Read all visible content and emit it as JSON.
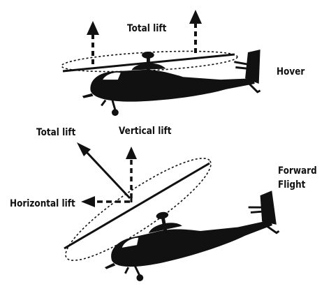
{
  "hover_section": {
    "total_lift_label": "Total lift",
    "mode_label": "Hover"
  },
  "forward_section": {
    "total_lift_label": "Total lift",
    "vertical_lift_label": "Vertical lift",
    "horizontal_lift_label": "Horizontal lift",
    "mode_label_line1": "Forward",
    "mode_label_line2": "Flight"
  },
  "colors": {
    "ink": "#111111",
    "background": "#ffffff"
  },
  "icons": [
    "helicopter-silhouette-icon",
    "arrow-icon"
  ]
}
